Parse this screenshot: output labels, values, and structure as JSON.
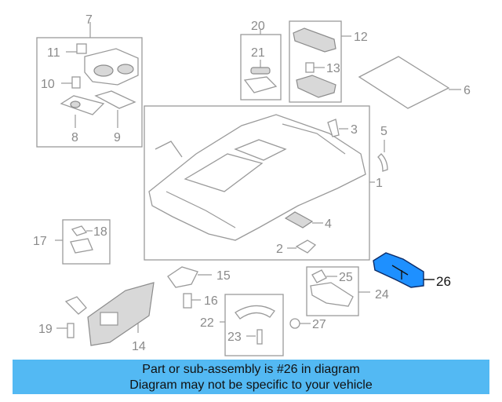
{
  "callouts": {
    "c1": "1",
    "c2": "2",
    "c3": "3",
    "c4": "4",
    "c5": "5",
    "c6": "6",
    "c7": "7",
    "c8": "8",
    "c9": "9",
    "c10": "10",
    "c11": "11",
    "c12": "12",
    "c13": "13",
    "c14": "14",
    "c15": "15",
    "c16": "16",
    "c17": "17",
    "c18": "18",
    "c19": "19",
    "c20": "20",
    "c21": "21",
    "c22": "22",
    "c23": "23",
    "c24": "24",
    "c25": "25",
    "c26": "26",
    "c27": "27"
  },
  "highlight": {
    "part": "26",
    "color": "#1e90ff"
  },
  "banner": {
    "line1": "Part or sub-assembly is #26 in diagram",
    "line2": "Diagram may not be specific to your vehicle",
    "color": "#53b9f3"
  }
}
